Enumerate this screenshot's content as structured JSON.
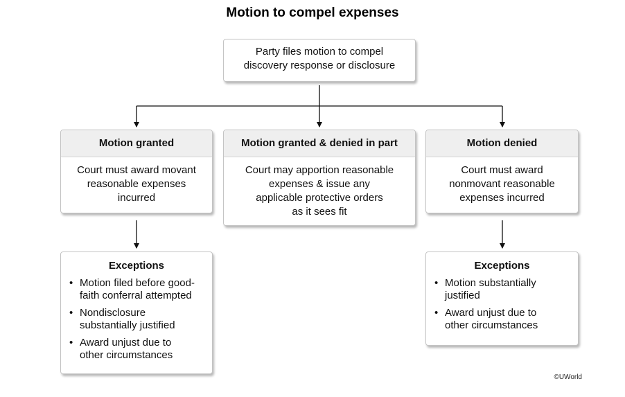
{
  "title": "Motion to compel expenses",
  "top_box": {
    "line1": "Party files motion to compel",
    "line2": "discovery response or disclosure"
  },
  "outcomes": [
    {
      "heading": "Motion granted",
      "lines": [
        "Court must award movant",
        "reasonable expenses",
        "incurred"
      ]
    },
    {
      "heading": "Motion granted & denied in part",
      "lines": [
        "Court may apportion reasonable",
        "expenses & issue any",
        "applicable protective orders",
        "as it sees fit"
      ]
    },
    {
      "heading": "Motion denied",
      "lines": [
        "Court must award",
        "nonmovant reasonable",
        "expenses incurred"
      ]
    }
  ],
  "exceptions_left": {
    "heading": "Exceptions",
    "bullet": "•",
    "items": [
      [
        "Motion filed before good-",
        "faith conferral attempted"
      ],
      [
        "Nondisclosure",
        "substantially justified"
      ],
      [
        "Award unjust due to",
        "other circumstances"
      ]
    ]
  },
  "exceptions_right": {
    "heading": "Exceptions",
    "bullet": "•",
    "items": [
      [
        "Motion substantially",
        "justified"
      ],
      [
        "Award unjust due to",
        "other circumstances"
      ]
    ]
  },
  "copyright": "©UWorld",
  "colors": {
    "header_fill": "#efefef",
    "border": "#c4c4c4",
    "connector": "#111111"
  }
}
